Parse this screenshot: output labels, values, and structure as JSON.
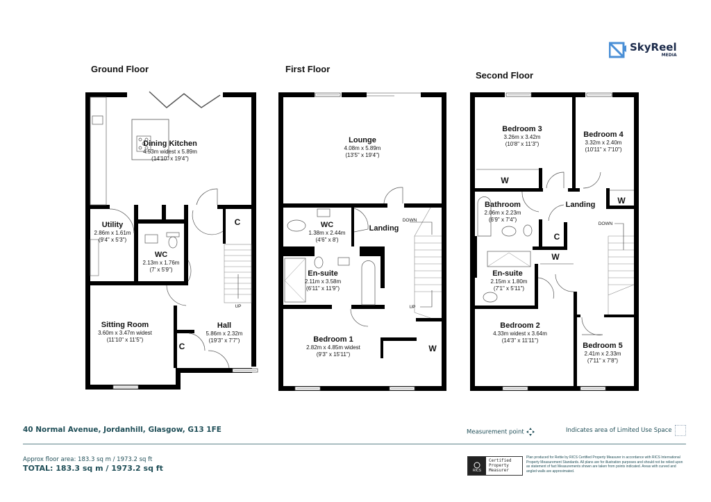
{
  "brand": {
    "name": "SkyReel",
    "sub": "MEDIA",
    "icon": "skyreel-logo-icon",
    "color": "#4a8fd6"
  },
  "floors": [
    {
      "title": "Ground Floor",
      "rooms": [
        {
          "name": "Dining Kitchen",
          "dims": "4.53m widest x 5.89m",
          "imperial": "(14'10\" x 19'4\")"
        },
        {
          "name": "Utility",
          "dims": "2.86m x 1.61m",
          "imperial": "(9'4\" x 5'3\")"
        },
        {
          "name": "WC",
          "dims": "2.13m x 1.76m",
          "imperial": "(7' x 5'9\")"
        },
        {
          "name": "Sitting Room",
          "dims": "3.60m x 3.47m widest",
          "imperial": "(11'10\" x 11'5\")"
        },
        {
          "name": "Hall",
          "dims": "5.86m x 2.32m",
          "imperial": "(19'3\" x 7'7\")"
        }
      ],
      "labels": {
        "cupboard_1": "C",
        "cupboard_2": "C",
        "stairs": "UP"
      }
    },
    {
      "title": "First Floor",
      "rooms": [
        {
          "name": "Lounge",
          "dims": "4.08m x 5.89m",
          "imperial": "(13'5\" x 19'4\")"
        },
        {
          "name": "WC",
          "dims": "1.38m x 2.44m",
          "imperial": "(4'6\" x 8')"
        },
        {
          "name": "Landing",
          "dims": "",
          "imperial": ""
        },
        {
          "name": "En-suite",
          "dims": "2.11m x 3.58m",
          "imperial": "(6'11\" x 11'9\")"
        },
        {
          "name": "Bedroom 1",
          "dims": "2.82m x 4.85m widest",
          "imperial": "(9'3\" x 15'11\")"
        }
      ],
      "labels": {
        "wardrobe": "W",
        "stairs_down": "DOWN",
        "stairs_up": "UP"
      }
    },
    {
      "title": "Second Floor",
      "rooms": [
        {
          "name": "Bedroom 3",
          "dims": "3.26m x 3.42m",
          "imperial": "(10'8\" x 11'3\")"
        },
        {
          "name": "Bedroom 4",
          "dims": "3.32m x 2.40m",
          "imperial": "(10'11\" x 7'10\")"
        },
        {
          "name": "Bathroom",
          "dims": "2.06m x 2.23m",
          "imperial": "(6'9\" x 7'4\")"
        },
        {
          "name": "Landing",
          "dims": "",
          "imperial": ""
        },
        {
          "name": "En-suite",
          "dims": "2.15m x 1.80m",
          "imperial": "(7'1\" x 5'11\")"
        },
        {
          "name": "Bedroom 2",
          "dims": "4.33m widest x 3.64m",
          "imperial": "(14'3\" x 11'11\")"
        },
        {
          "name": "Bedroom 5",
          "dims": "2.41m x 2.33m",
          "imperial": "(7'11\" x 7'8\")"
        }
      ],
      "labels": {
        "wardrobe_1": "W",
        "wardrobe_2": "W",
        "wardrobe_3": "W",
        "cupboard": "C",
        "stairs_down": "DOWN"
      }
    }
  ],
  "footer": {
    "address": "40 Normal Avenue, Jordanhill, Glasgow, G13 1FE",
    "approx_area": "Approx floor area: 183.3 sq m / 1973.2 sq ft",
    "total": "TOTAL: 183.3 sq m / 1973.2 sq ft",
    "legend_measurement": "Measurement point",
    "legend_limited": "Indicates area of  Limited Use Space",
    "rics": {
      "label": "RICS",
      "line1": "Certified",
      "line2": "Property",
      "line3": "Measurer"
    },
    "disclaimer": "Plan produced for Rettie by RICS Certified Property Measurer in accordance with RICS International Property  Measurement Standards.  All plans are for illustration purposes and should not be relied upon as statement of fact Measurements shown are taken from points indicated. Areas with curved and angled walls are approximated."
  },
  "colors": {
    "wall": "#000000",
    "footer_text": "#1f4e57",
    "rule": "#5a7f86"
  }
}
